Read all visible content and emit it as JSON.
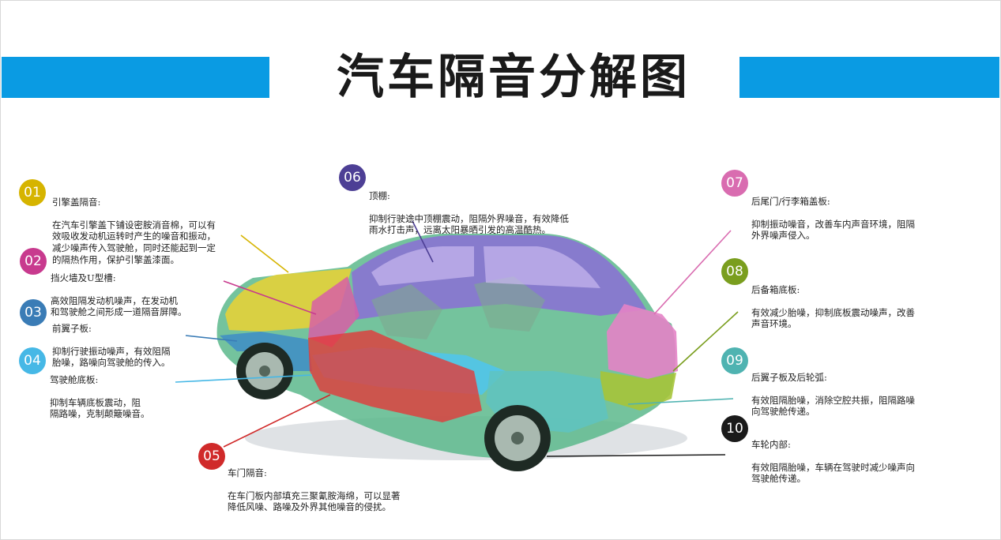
{
  "title": "汽车隔音分解图",
  "colors": {
    "bar": "#0a9be3",
    "items": [
      "#d6b400",
      "#c83a8e",
      "#3a7cb6",
      "#46b8e6",
      "#d02a2a",
      "#4d3f95",
      "#d96cb0",
      "#7a9e1e",
      "#4fb3b1",
      "#1a1a1a"
    ]
  },
  "items": [
    {
      "num": "01",
      "name": "引擎盖隔音:",
      "desc": "在汽车引擎盖下铺设密胺消音棉，可以有\n效吸收发动机运转时产生的噪音和振动，\n减少噪声传入驾驶舱，同时还能起到一定\n的隔热作用，保护引擎盖漆面。"
    },
    {
      "num": "02",
      "name": "挡火墙及U型槽:",
      "desc": "    高效阻隔发动机噪声，在发动机\n和驾驶舱之间形成一道隔音屏障。"
    },
    {
      "num": "03",
      "name": "前翼子板:",
      "desc": "    抑制行驶振动噪声，有效阻隔\n胎噪，路噪向驾驶舱的传入。"
    },
    {
      "num": "04",
      "name": "驾驶舱底板:",
      "desc": "    抑制车辆底板震动，阻\n隔路噪，克制颠簸噪音。"
    },
    {
      "num": "05",
      "name": "车门隔音:",
      "desc": "在车门板内部填充三聚氰胺海绵，可以显著\n降低风噪、路噪及外界其他噪音的侵扰。"
    },
    {
      "num": "06",
      "name": "顶棚:",
      "desc": "    抑制行驶途中顶棚震动，阻隔外界噪音，有效降低\n雨水打击声，远离太阳暴晒引发的高温酷热。"
    },
    {
      "num": "07",
      "name": "后尾门/行李箱盖板:",
      "desc": "    抑制振动噪音，改善车内声音环境，阻隔\n外界噪声侵入。"
    },
    {
      "num": "08",
      "name": "后备箱底板:",
      "desc": "    有效减少胎噪，抑制底板震动噪声，改善\n声音环境。"
    },
    {
      "num": "09",
      "name": "后翼子板及后轮弧:",
      "desc": "    有效阻隔胎噪，消除空腔共振，阻隔路噪\n向驾驶舱传递。"
    },
    {
      "num": "10",
      "name": "车轮内部:",
      "desc": "    有效阻隔胎噪，车辆在驾驶时减少噪声向\n驾驶舱传递。"
    }
  ]
}
